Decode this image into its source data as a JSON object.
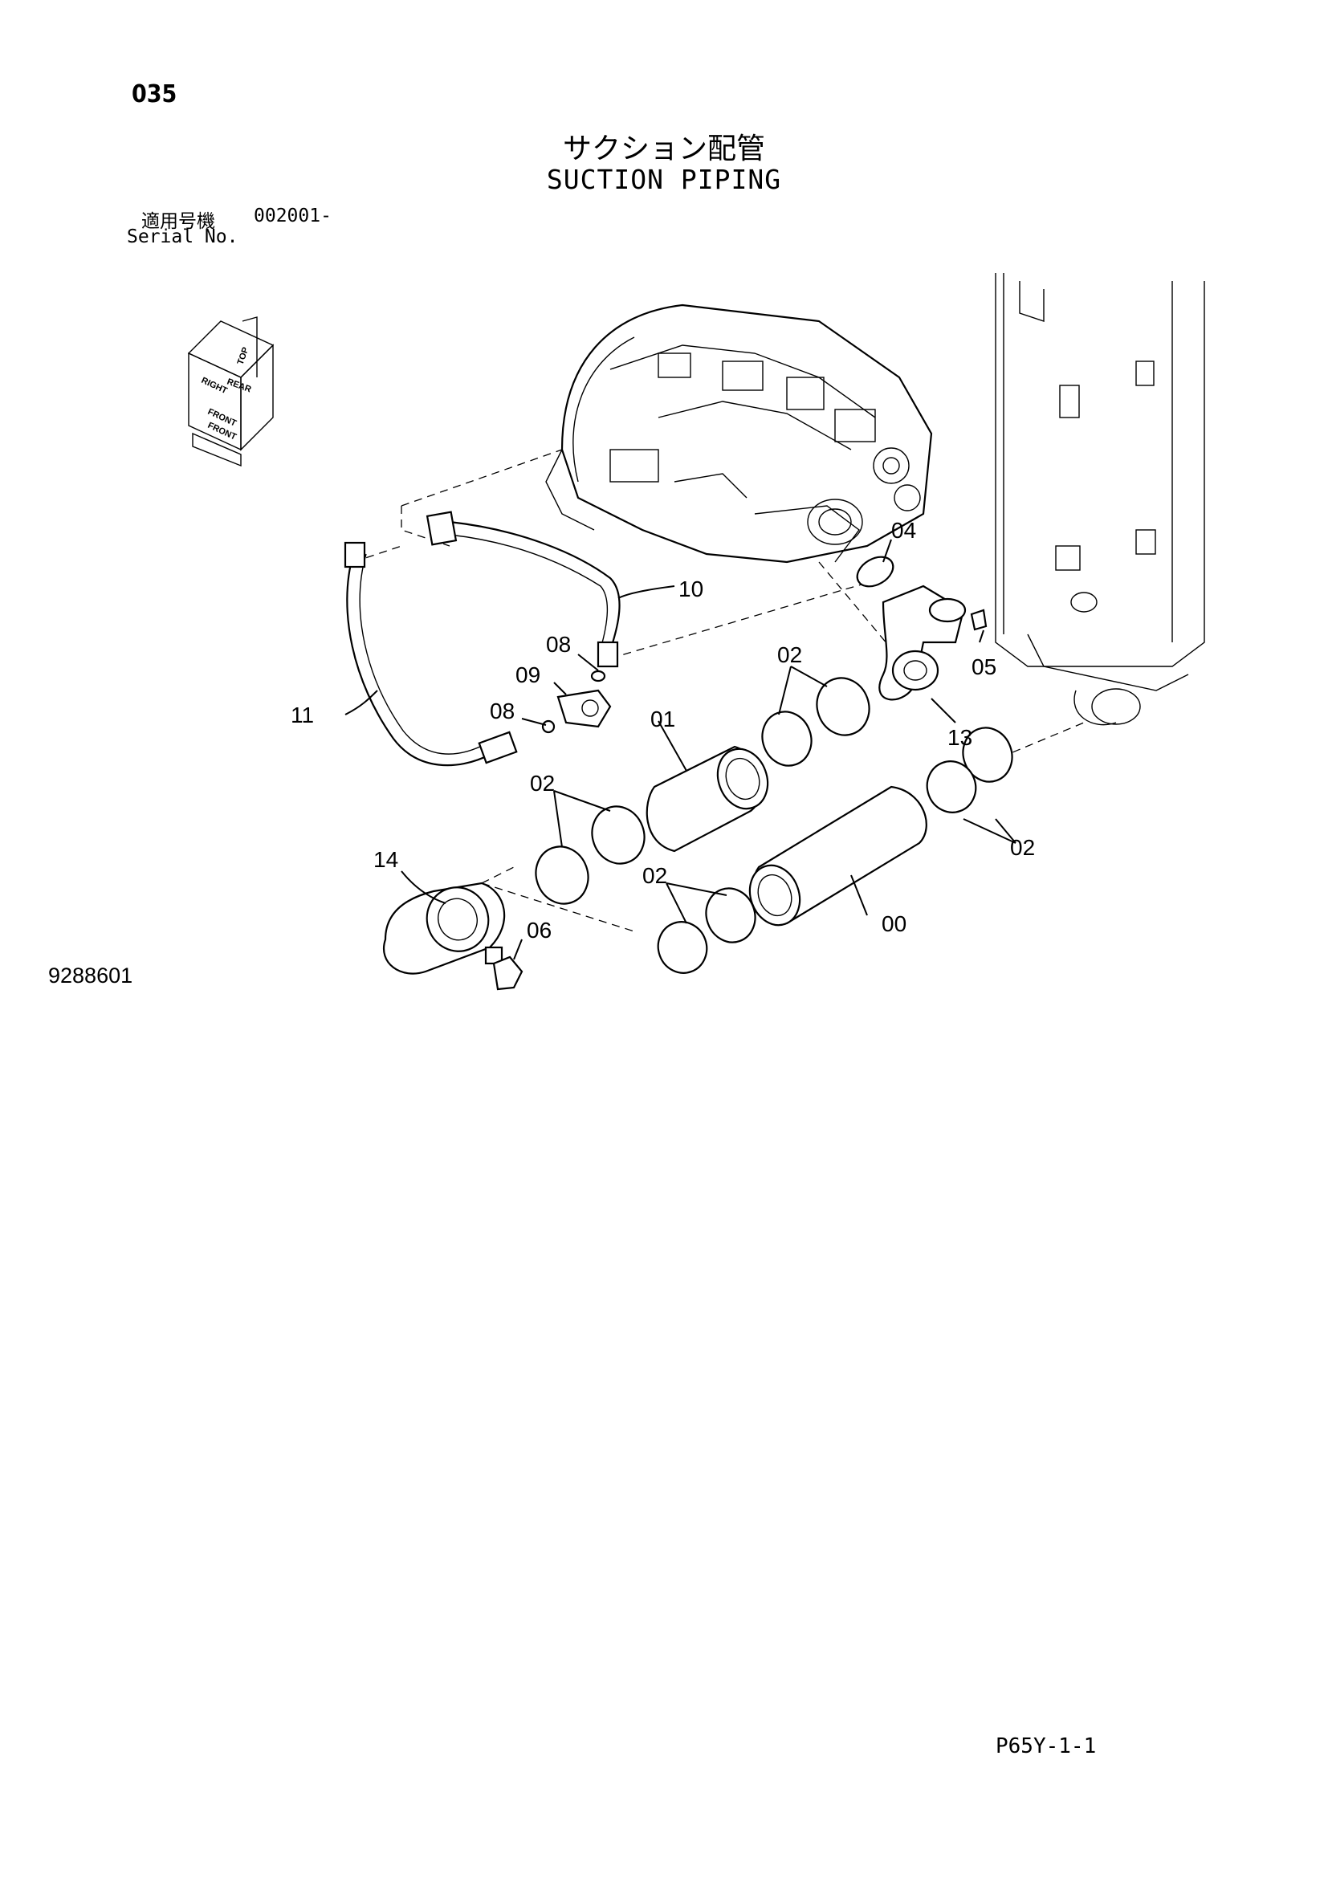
{
  "page": {
    "number": "035",
    "title_ja": "サクション配管",
    "title_en": "SUCTION PIPING",
    "serial_label_ja": "適用号機",
    "serial_range": "002001-",
    "serial_label_en": "Serial No.",
    "figure_number": "9288601",
    "sheet_code": "P65Y-1-1"
  },
  "orientation": {
    "labels": [
      "TOP",
      "REAR",
      "RIGHT",
      "FRONT",
      "FRONT"
    ]
  },
  "callouts": [
    "00",
    "01",
    "02",
    "02",
    "02",
    "02",
    "04",
    "05",
    "06",
    "08",
    "08",
    "09",
    "10",
    "11",
    "13",
    "14"
  ]
}
